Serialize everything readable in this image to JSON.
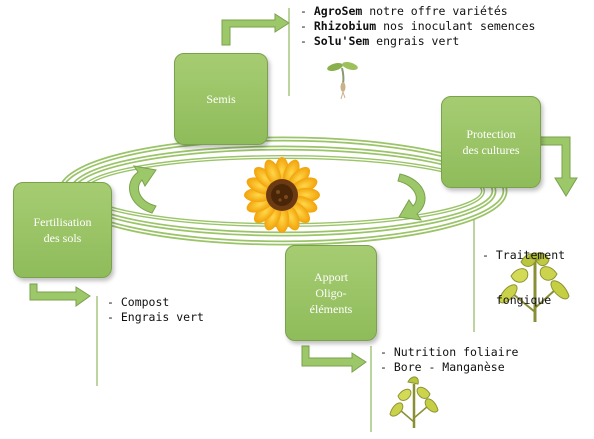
{
  "stages": {
    "semis": [
      "Semis"
    ],
    "protection": [
      "Protection",
      "des cultures"
    ],
    "fertilisation": [
      "Fertilisation",
      "des sols"
    ],
    "apport": [
      "Apport",
      "Oligo-",
      "éléments"
    ]
  },
  "notes": {
    "semis": [
      {
        "dash": "- ",
        "bold": "AgroSem",
        "rest": " notre offre variétés"
      },
      {
        "dash": "- ",
        "bold": "Rhizobium",
        "rest": " nos inoculant semences"
      },
      {
        "dash": "- ",
        "bold": "Solu'Sem",
        "rest": " engrais vert"
      }
    ],
    "protection": [
      "- Traitement",
      "  fongique"
    ],
    "fertilisation": [
      "- Compost",
      "- Engrais vert"
    ],
    "apport": [
      "- Nutrition foliaire",
      "- Bore - Manganèse"
    ]
  },
  "icons": [
    "sunflower-icon",
    "seedling-icon",
    "plant-icon",
    "small-plant-icon"
  ],
  "colors": {
    "box_fill": "#97c263",
    "box_border": "#7aa14c",
    "arrow_fill": "#9cc86a",
    "connector_line": "#8fb85e",
    "sunflower_petal": "#f6b40e",
    "sunflower_center": "#6b3a12"
  }
}
